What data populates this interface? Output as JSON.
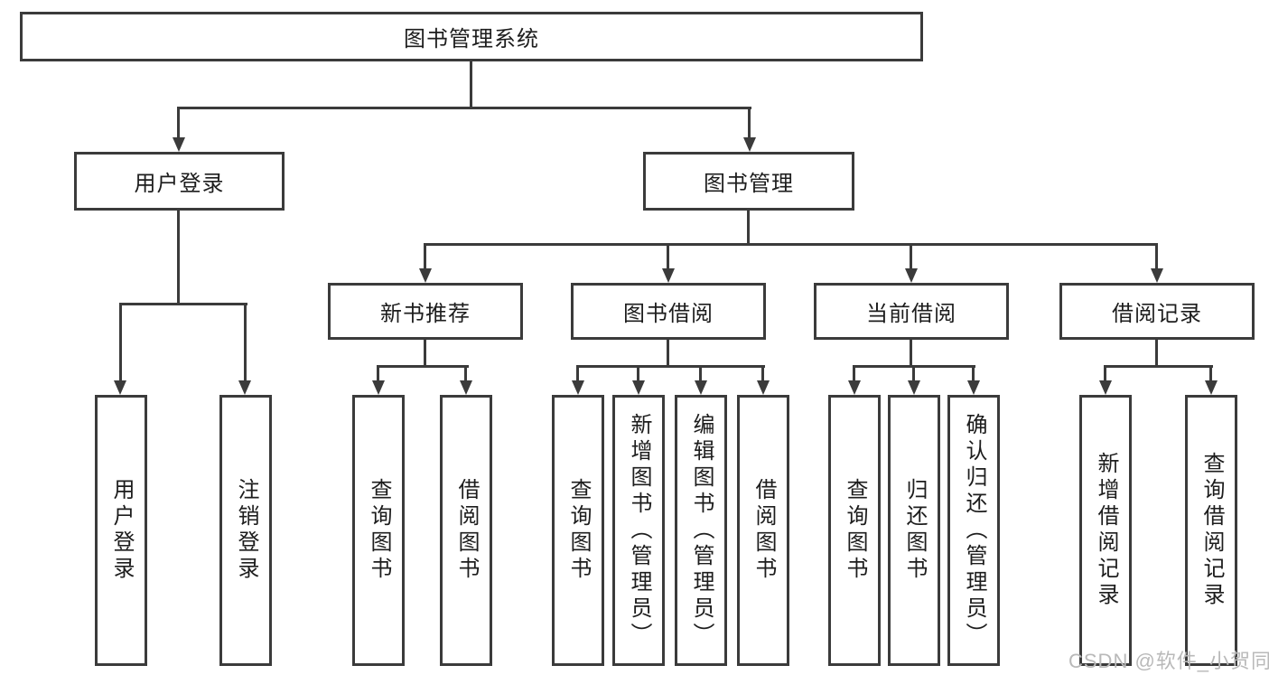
{
  "diagram": {
    "title": "图书管理系统",
    "branches": [
      {
        "label": "用户登录",
        "children": [
          "用户登录",
          "注销登录"
        ]
      },
      {
        "label": "图书管理",
        "groups": [
          {
            "label": "新书推荐",
            "children": [
              "查询图书",
              "借阅图书"
            ]
          },
          {
            "label": "图书借阅",
            "children": [
              "查询图书",
              "新增图书（管理员）",
              "编辑图书（管理员）",
              "借阅图书"
            ]
          },
          {
            "label": "当前借阅",
            "children": [
              "查询图书",
              "归还图书",
              "确认归还（管理员）"
            ]
          },
          {
            "label": "借阅记录",
            "children": [
              "新增借阅记录",
              "查询借阅记录"
            ]
          }
        ]
      }
    ]
  },
  "watermark": "CSDN @软件_小贺同学",
  "colors": {
    "line": "#3b3b3b",
    "text": "#1d1d1d",
    "watermark": "#b9b9b9",
    "background": "#ffffff"
  }
}
